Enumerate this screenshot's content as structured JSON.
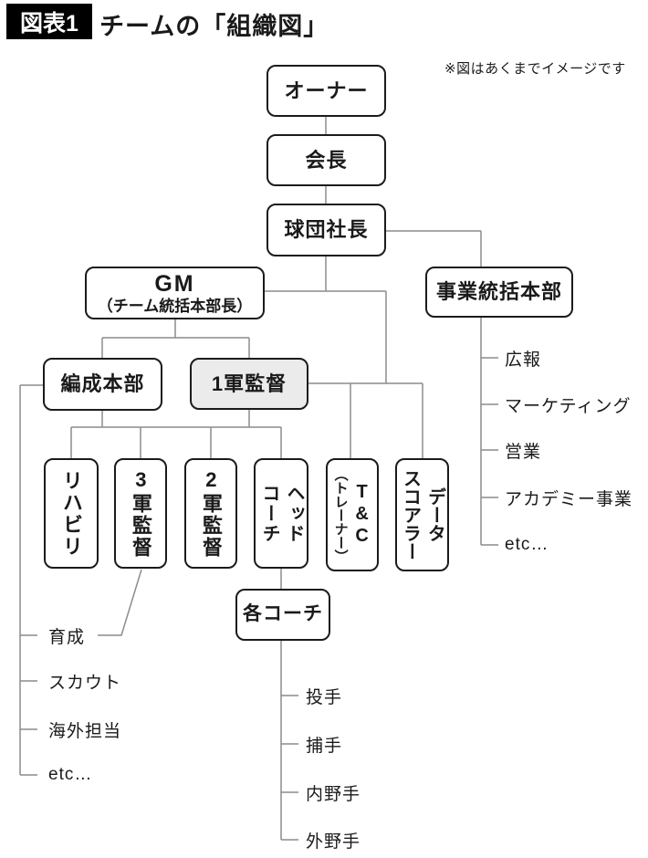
{
  "header": {
    "badge": "図表1",
    "title": "チームの「組織図」",
    "note": "※図はあくまでイメージです"
  },
  "nodes": {
    "owner": "オーナー",
    "chairman": "会長",
    "club_president": "球団社長",
    "gm_line1": "GM",
    "gm_line2": "（チーム統括本部長）",
    "business_hq": "事業統括本部",
    "roster_hq": "編成本部",
    "first_team_manager": "1軍監督",
    "rehab": "リハビリ",
    "third_team_manager": "3軍監督",
    "second_team_manager": "2軍監督",
    "head_coach_col1": "ヘッド",
    "head_coach_col2": "コーチ",
    "tc_col1": "T&C",
    "tc_col2": "（トレーナー）",
    "data_scorer_col1": "データ",
    "data_scorer_col2": "スコアラー",
    "each_coach": "各コーチ"
  },
  "lists": {
    "business": [
      "広報",
      "マーケティング",
      "営業",
      "アカデミー事業",
      "etc…"
    ],
    "roster": [
      "育成",
      "スカウト",
      "海外担当",
      "etc…"
    ],
    "coach": [
      "投手",
      "捕手",
      "内野手",
      "外野手"
    ]
  },
  "colors": {
    "box_border": "#1b1b1b",
    "connector": "#8c8c8c",
    "highlight_fill": "#ebebeb",
    "badge_bg": "#000000",
    "badge_text": "#ffffff"
  }
}
